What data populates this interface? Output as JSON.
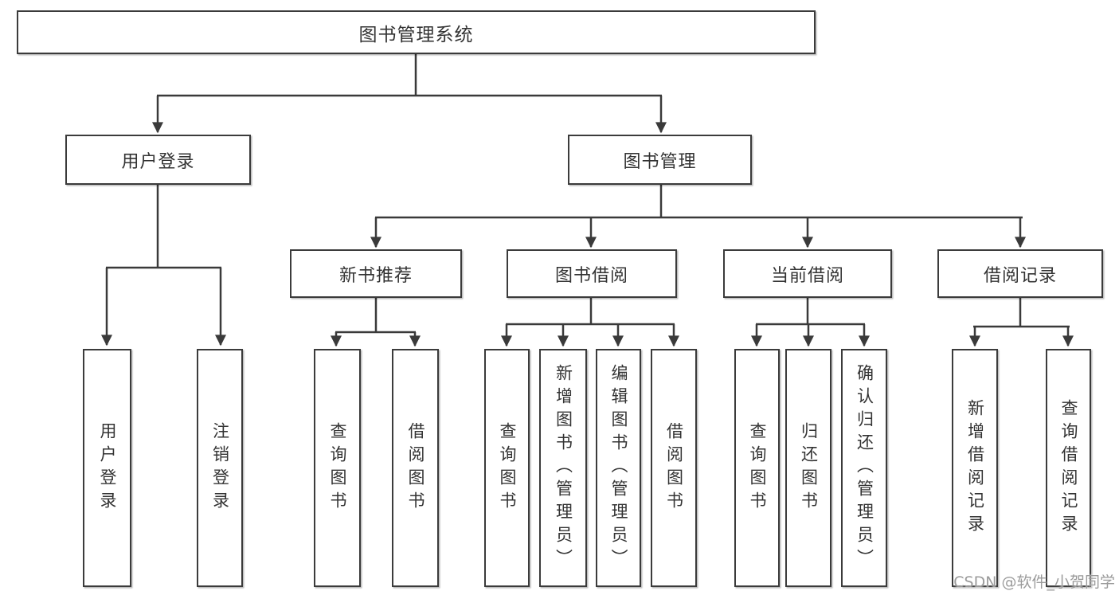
{
  "diagram": {
    "root": {
      "label": "图书管理系统"
    },
    "user_login": {
      "label": "用户登录",
      "leaves": [
        {
          "label": "用户登录"
        },
        {
          "label": "注销登录"
        }
      ]
    },
    "book_management": {
      "label": "图书管理",
      "children": {
        "new_book_recommend": {
          "label": "新书推荐",
          "leaves": [
            {
              "label": "查询图书"
            },
            {
              "label": "借阅图书"
            }
          ]
        },
        "book_borrow": {
          "label": "图书借阅",
          "leaves": [
            {
              "label": "查询图书"
            },
            {
              "label": "新增图书（管理员）"
            },
            {
              "label": "编辑图书（管理员）"
            },
            {
              "label": "借阅图书"
            }
          ]
        },
        "current_borrow": {
          "label": "当前借阅",
          "leaves": [
            {
              "label": "查询图书"
            },
            {
              "label": "归还图书"
            },
            {
              "label": "确认归还（管理员）"
            }
          ]
        },
        "borrow_records": {
          "label": "借阅记录",
          "leaves": [
            {
              "label": "新增借阅记录"
            },
            {
              "label": "查询借阅记录"
            }
          ]
        }
      }
    }
  },
  "watermark": {
    "text": "CSDN @软件_小贺同学"
  },
  "colors": {
    "line": "#3a3a3a",
    "box_border": "#3b3b3b",
    "text": "#333333",
    "watermark": "#9b9b9b",
    "background": "#ffffff"
  }
}
